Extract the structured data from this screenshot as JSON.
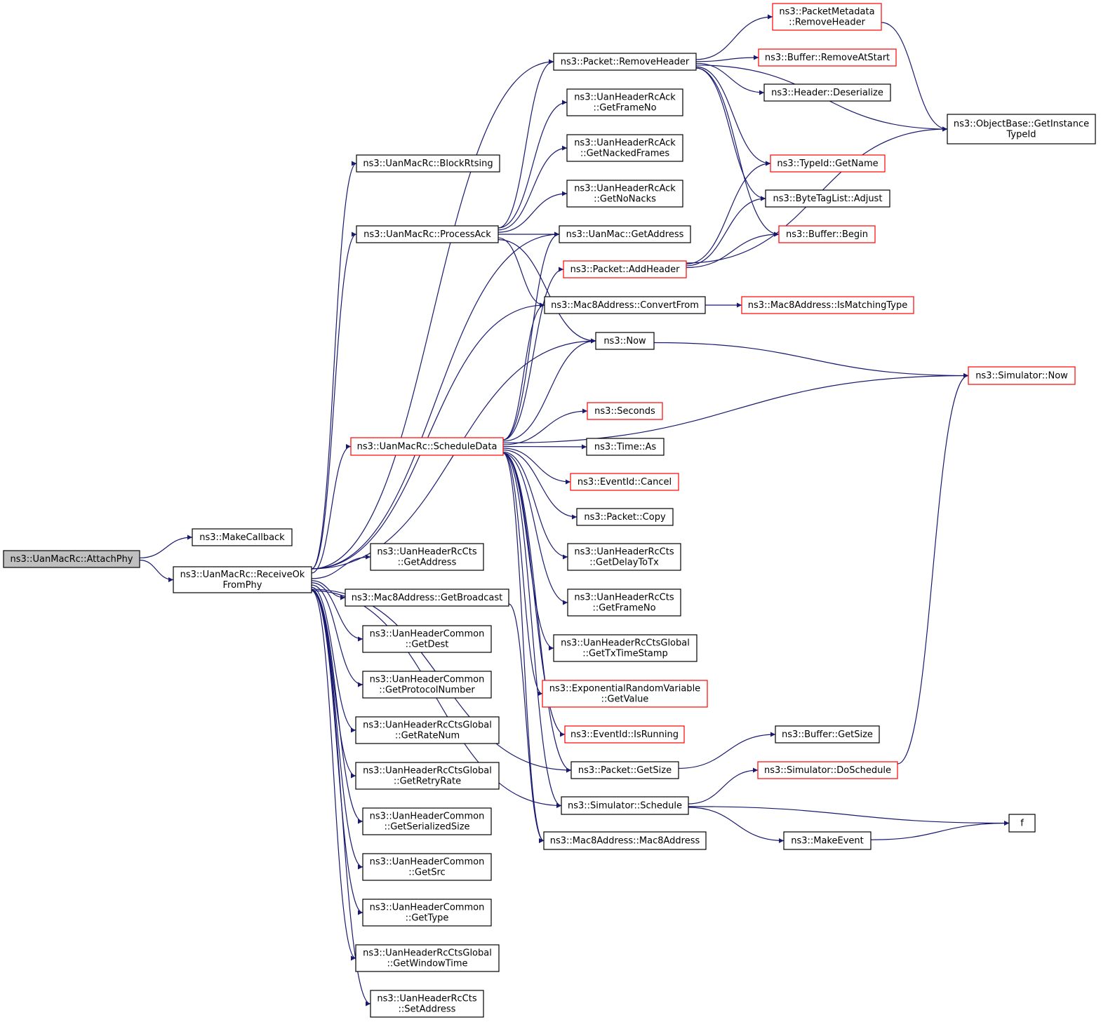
{
  "colors": {
    "edge": "#191970",
    "node_border": "#000000",
    "node_border_red": "#ff0000",
    "root_fill": "#bfbfbf"
  },
  "nodes": {
    "attach_phy": {
      "lines": [
        "ns3::UanMacRc::AttachPhy"
      ],
      "red": false,
      "root": true
    },
    "make_callback": {
      "lines": [
        "ns3::MakeCallback"
      ],
      "red": false
    },
    "receive_ok_from_phy": {
      "lines": [
        "ns3::UanMacRc::ReceiveOk",
        "FromPhy"
      ],
      "red": false
    },
    "block_rtsing": {
      "lines": [
        "ns3::UanMacRc::BlockRtsing"
      ],
      "red": false
    },
    "process_ack": {
      "lines": [
        "ns3::UanMacRc::ProcessAck"
      ],
      "red": false
    },
    "schedule_data": {
      "lines": [
        "ns3::UanMacRc::ScheduleData"
      ],
      "red": true
    },
    "cts_get_address": {
      "lines": [
        "ns3::UanHeaderRcCts",
        "::GetAddress"
      ],
      "red": false
    },
    "mac8_get_broadcast": {
      "lines": [
        "ns3::Mac8Address::GetBroadcast"
      ],
      "red": false
    },
    "common_get_dest": {
      "lines": [
        "ns3::UanHeaderCommon",
        "::GetDest"
      ],
      "red": false
    },
    "common_get_protocol_number": {
      "lines": [
        "ns3::UanHeaderCommon",
        "::GetProtocolNumber"
      ],
      "red": false
    },
    "ctsglobal_get_rate_num": {
      "lines": [
        "ns3::UanHeaderRcCtsGlobal",
        "::GetRateNum"
      ],
      "red": false
    },
    "ctsglobal_get_retry_rate": {
      "lines": [
        "ns3::UanHeaderRcCtsGlobal",
        "::GetRetryRate"
      ],
      "red": false
    },
    "common_get_serialized_size": {
      "lines": [
        "ns3::UanHeaderCommon",
        "::GetSerializedSize"
      ],
      "red": false
    },
    "common_get_src": {
      "lines": [
        "ns3::UanHeaderCommon",
        "::GetSrc"
      ],
      "red": false
    },
    "common_get_type": {
      "lines": [
        "ns3::UanHeaderCommon",
        "::GetType"
      ],
      "red": false
    },
    "ctsglobal_get_window_time": {
      "lines": [
        "ns3::UanHeaderRcCtsGlobal",
        "::GetWindowTime"
      ],
      "red": false
    },
    "cts_set_address": {
      "lines": [
        "ns3::UanHeaderRcCts",
        "::SetAddress"
      ],
      "red": false
    },
    "packet_remove_header": {
      "lines": [
        "ns3::Packet::RemoveHeader"
      ],
      "red": false
    },
    "ack_get_frame_no": {
      "lines": [
        "ns3::UanHeaderRcAck",
        "::GetFrameNo"
      ],
      "red": false
    },
    "ack_get_nacked_frames": {
      "lines": [
        "ns3::UanHeaderRcAck",
        "::GetNackedFrames"
      ],
      "red": false
    },
    "ack_get_no_nacks": {
      "lines": [
        "ns3::UanHeaderRcAck",
        "::GetNoNacks"
      ],
      "red": false
    },
    "uanmac_get_address": {
      "lines": [
        "ns3::UanMac::GetAddress"
      ],
      "red": false
    },
    "packet_add_header": {
      "lines": [
        "ns3::Packet::AddHeader"
      ],
      "red": true
    },
    "mac8_convert_from": {
      "lines": [
        "ns3::Mac8Address::ConvertFrom"
      ],
      "red": false
    },
    "now": {
      "lines": [
        "ns3::Now"
      ],
      "red": false
    },
    "seconds": {
      "lines": [
        "ns3::Seconds"
      ],
      "red": true
    },
    "time_as": {
      "lines": [
        "ns3::Time::As"
      ],
      "red": false
    },
    "eventid_cancel": {
      "lines": [
        "ns3::EventId::Cancel"
      ],
      "red": true
    },
    "packet_copy": {
      "lines": [
        "ns3::Packet::Copy"
      ],
      "red": false
    },
    "cts_get_delay_to_tx": {
      "lines": [
        "ns3::UanHeaderRcCts",
        "::GetDelayToTx"
      ],
      "red": false
    },
    "cts_get_frame_no": {
      "lines": [
        "ns3::UanHeaderRcCts",
        "::GetFrameNo"
      ],
      "red": false
    },
    "ctsglobal_get_tx_time_stamp": {
      "lines": [
        "ns3::UanHeaderRcCtsGlobal",
        "::GetTxTimeStamp"
      ],
      "red": false
    },
    "exp_rv_get_value": {
      "lines": [
        "ns3::ExponentialRandomVariable",
        "::GetValue"
      ],
      "red": true
    },
    "eventid_is_running": {
      "lines": [
        "ns3::EventId::IsRunning"
      ],
      "red": true
    },
    "packet_get_size": {
      "lines": [
        "ns3::Packet::GetSize"
      ],
      "red": false
    },
    "simulator_schedule": {
      "lines": [
        "ns3::Simulator::Schedule"
      ],
      "red": false
    },
    "mac8_mac8address": {
      "lines": [
        "ns3::Mac8Address::Mac8Address"
      ],
      "red": false
    },
    "metadata_remove_header": {
      "lines": [
        "ns3::PacketMetadata",
        "::RemoveHeader"
      ],
      "red": true
    },
    "buffer_remove_at_start": {
      "lines": [
        "ns3::Buffer::RemoveAtStart"
      ],
      "red": true
    },
    "header_deserialize": {
      "lines": [
        "ns3::Header::Deserialize"
      ],
      "red": false
    },
    "typeid_get_name": {
      "lines": [
        "ns3::TypeId::GetName"
      ],
      "red": true
    },
    "bytetaglist_adjust": {
      "lines": [
        "ns3::ByteTagList::Adjust"
      ],
      "red": false
    },
    "buffer_begin": {
      "lines": [
        "ns3::Buffer::Begin"
      ],
      "red": true
    },
    "mac8_is_matching_type": {
      "lines": [
        "ns3::Mac8Address::IsMatchingType"
      ],
      "red": true
    },
    "buffer_get_size": {
      "lines": [
        "ns3::Buffer::GetSize"
      ],
      "red": false
    },
    "simulator_do_schedule": {
      "lines": [
        "ns3::Simulator::DoSchedule"
      ],
      "red": true
    },
    "make_event": {
      "lines": [
        "ns3::MakeEvent"
      ],
      "red": false
    },
    "objectbase_get_instance_typeid": {
      "lines": [
        "ns3::ObjectBase::GetInstance",
        "TypeId"
      ],
      "red": false
    },
    "simulator_now": {
      "lines": [
        "ns3::Simulator::Now"
      ],
      "red": true
    },
    "f": {
      "lines": [
        "f"
      ],
      "red": false
    }
  },
  "edges": [
    [
      "attach_phy",
      "make_callback"
    ],
    [
      "attach_phy",
      "receive_ok_from_phy"
    ],
    [
      "receive_ok_from_phy",
      "block_rtsing"
    ],
    [
      "receive_ok_from_phy",
      "packet_remove_header"
    ],
    [
      "receive_ok_from_phy",
      "process_ack"
    ],
    [
      "receive_ok_from_phy",
      "uanmac_get_address"
    ],
    [
      "receive_ok_from_phy",
      "mac8_convert_from"
    ],
    [
      "receive_ok_from_phy",
      "now"
    ],
    [
      "receive_ok_from_phy",
      "schedule_data"
    ],
    [
      "receive_ok_from_phy",
      "packet_get_size"
    ],
    [
      "receive_ok_from_phy",
      "simulator_schedule"
    ],
    [
      "receive_ok_from_phy",
      "cts_get_address"
    ],
    [
      "receive_ok_from_phy",
      "mac8_get_broadcast"
    ],
    [
      "receive_ok_from_phy",
      "common_get_dest"
    ],
    [
      "receive_ok_from_phy",
      "common_get_protocol_number"
    ],
    [
      "receive_ok_from_phy",
      "ctsglobal_get_rate_num"
    ],
    [
      "receive_ok_from_phy",
      "ctsglobal_get_retry_rate"
    ],
    [
      "receive_ok_from_phy",
      "common_get_serialized_size"
    ],
    [
      "receive_ok_from_phy",
      "common_get_src"
    ],
    [
      "receive_ok_from_phy",
      "common_get_type"
    ],
    [
      "receive_ok_from_phy",
      "ctsglobal_get_window_time"
    ],
    [
      "receive_ok_from_phy",
      "cts_set_address"
    ],
    [
      "process_ack",
      "packet_remove_header"
    ],
    [
      "process_ack",
      "ack_get_frame_no"
    ],
    [
      "process_ack",
      "ack_get_nacked_frames"
    ],
    [
      "process_ack",
      "ack_get_no_nacks"
    ],
    [
      "process_ack",
      "uanmac_get_address"
    ],
    [
      "process_ack",
      "mac8_convert_from"
    ],
    [
      "process_ack",
      "now"
    ],
    [
      "schedule_data",
      "uanmac_get_address"
    ],
    [
      "schedule_data",
      "packet_add_header"
    ],
    [
      "schedule_data",
      "mac8_convert_from"
    ],
    [
      "schedule_data",
      "now"
    ],
    [
      "schedule_data",
      "simulator_now"
    ],
    [
      "schedule_data",
      "seconds"
    ],
    [
      "schedule_data",
      "time_as"
    ],
    [
      "schedule_data",
      "eventid_cancel"
    ],
    [
      "schedule_data",
      "packet_copy"
    ],
    [
      "schedule_data",
      "cts_get_delay_to_tx"
    ],
    [
      "schedule_data",
      "cts_get_frame_no"
    ],
    [
      "schedule_data",
      "ctsglobal_get_tx_time_stamp"
    ],
    [
      "schedule_data",
      "exp_rv_get_value"
    ],
    [
      "schedule_data",
      "eventid_is_running"
    ],
    [
      "schedule_data",
      "packet_get_size"
    ],
    [
      "schedule_data",
      "simulator_schedule"
    ],
    [
      "schedule_data",
      "mac8_mac8address"
    ],
    [
      "mac8_get_broadcast",
      "mac8_mac8address"
    ],
    [
      "packet_remove_header",
      "metadata_remove_header"
    ],
    [
      "packet_remove_header",
      "buffer_remove_at_start"
    ],
    [
      "packet_remove_header",
      "header_deserialize"
    ],
    [
      "packet_remove_header",
      "objectbase_get_instance_typeid"
    ],
    [
      "packet_remove_header",
      "typeid_get_name"
    ],
    [
      "packet_remove_header",
      "bytetaglist_adjust"
    ],
    [
      "packet_remove_header",
      "buffer_begin"
    ],
    [
      "metadata_remove_header",
      "objectbase_get_instance_typeid"
    ],
    [
      "packet_add_header",
      "typeid_get_name"
    ],
    [
      "packet_add_header",
      "bytetaglist_adjust"
    ],
    [
      "packet_add_header",
      "buffer_begin"
    ],
    [
      "packet_add_header",
      "objectbase_get_instance_typeid"
    ],
    [
      "mac8_convert_from",
      "mac8_is_matching_type"
    ],
    [
      "now",
      "simulator_now"
    ],
    [
      "packet_get_size",
      "buffer_get_size"
    ],
    [
      "simulator_schedule",
      "simulator_do_schedule"
    ],
    [
      "simulator_schedule",
      "make_event"
    ],
    [
      "simulator_schedule",
      "f"
    ],
    [
      "simulator_do_schedule",
      "simulator_now"
    ],
    [
      "make_event",
      "f"
    ]
  ]
}
